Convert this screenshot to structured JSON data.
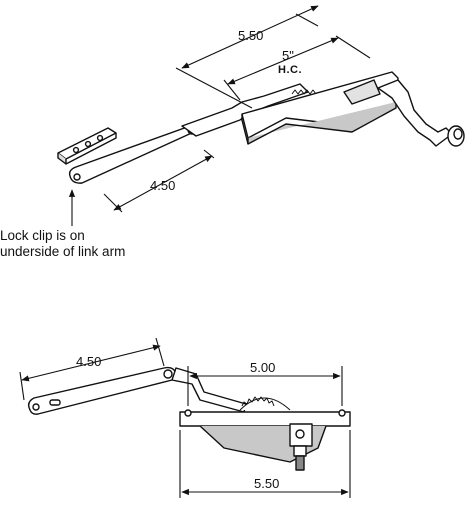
{
  "top_view": {
    "dim_overall": "5.50",
    "dim_hole_center": "5\"",
    "dim_hole_center_suffix": "H.C.",
    "dim_link_arm": "4.50",
    "note_line1": "Lock clip is on",
    "note_line2": "underside of link arm"
  },
  "bottom_view": {
    "dim_link_arm": "4.50",
    "dim_hole_center": "5.00",
    "dim_overall": "5.50"
  },
  "colors": {
    "line": "#111111",
    "shade": "#c8c8c8",
    "background": "#ffffff"
  }
}
